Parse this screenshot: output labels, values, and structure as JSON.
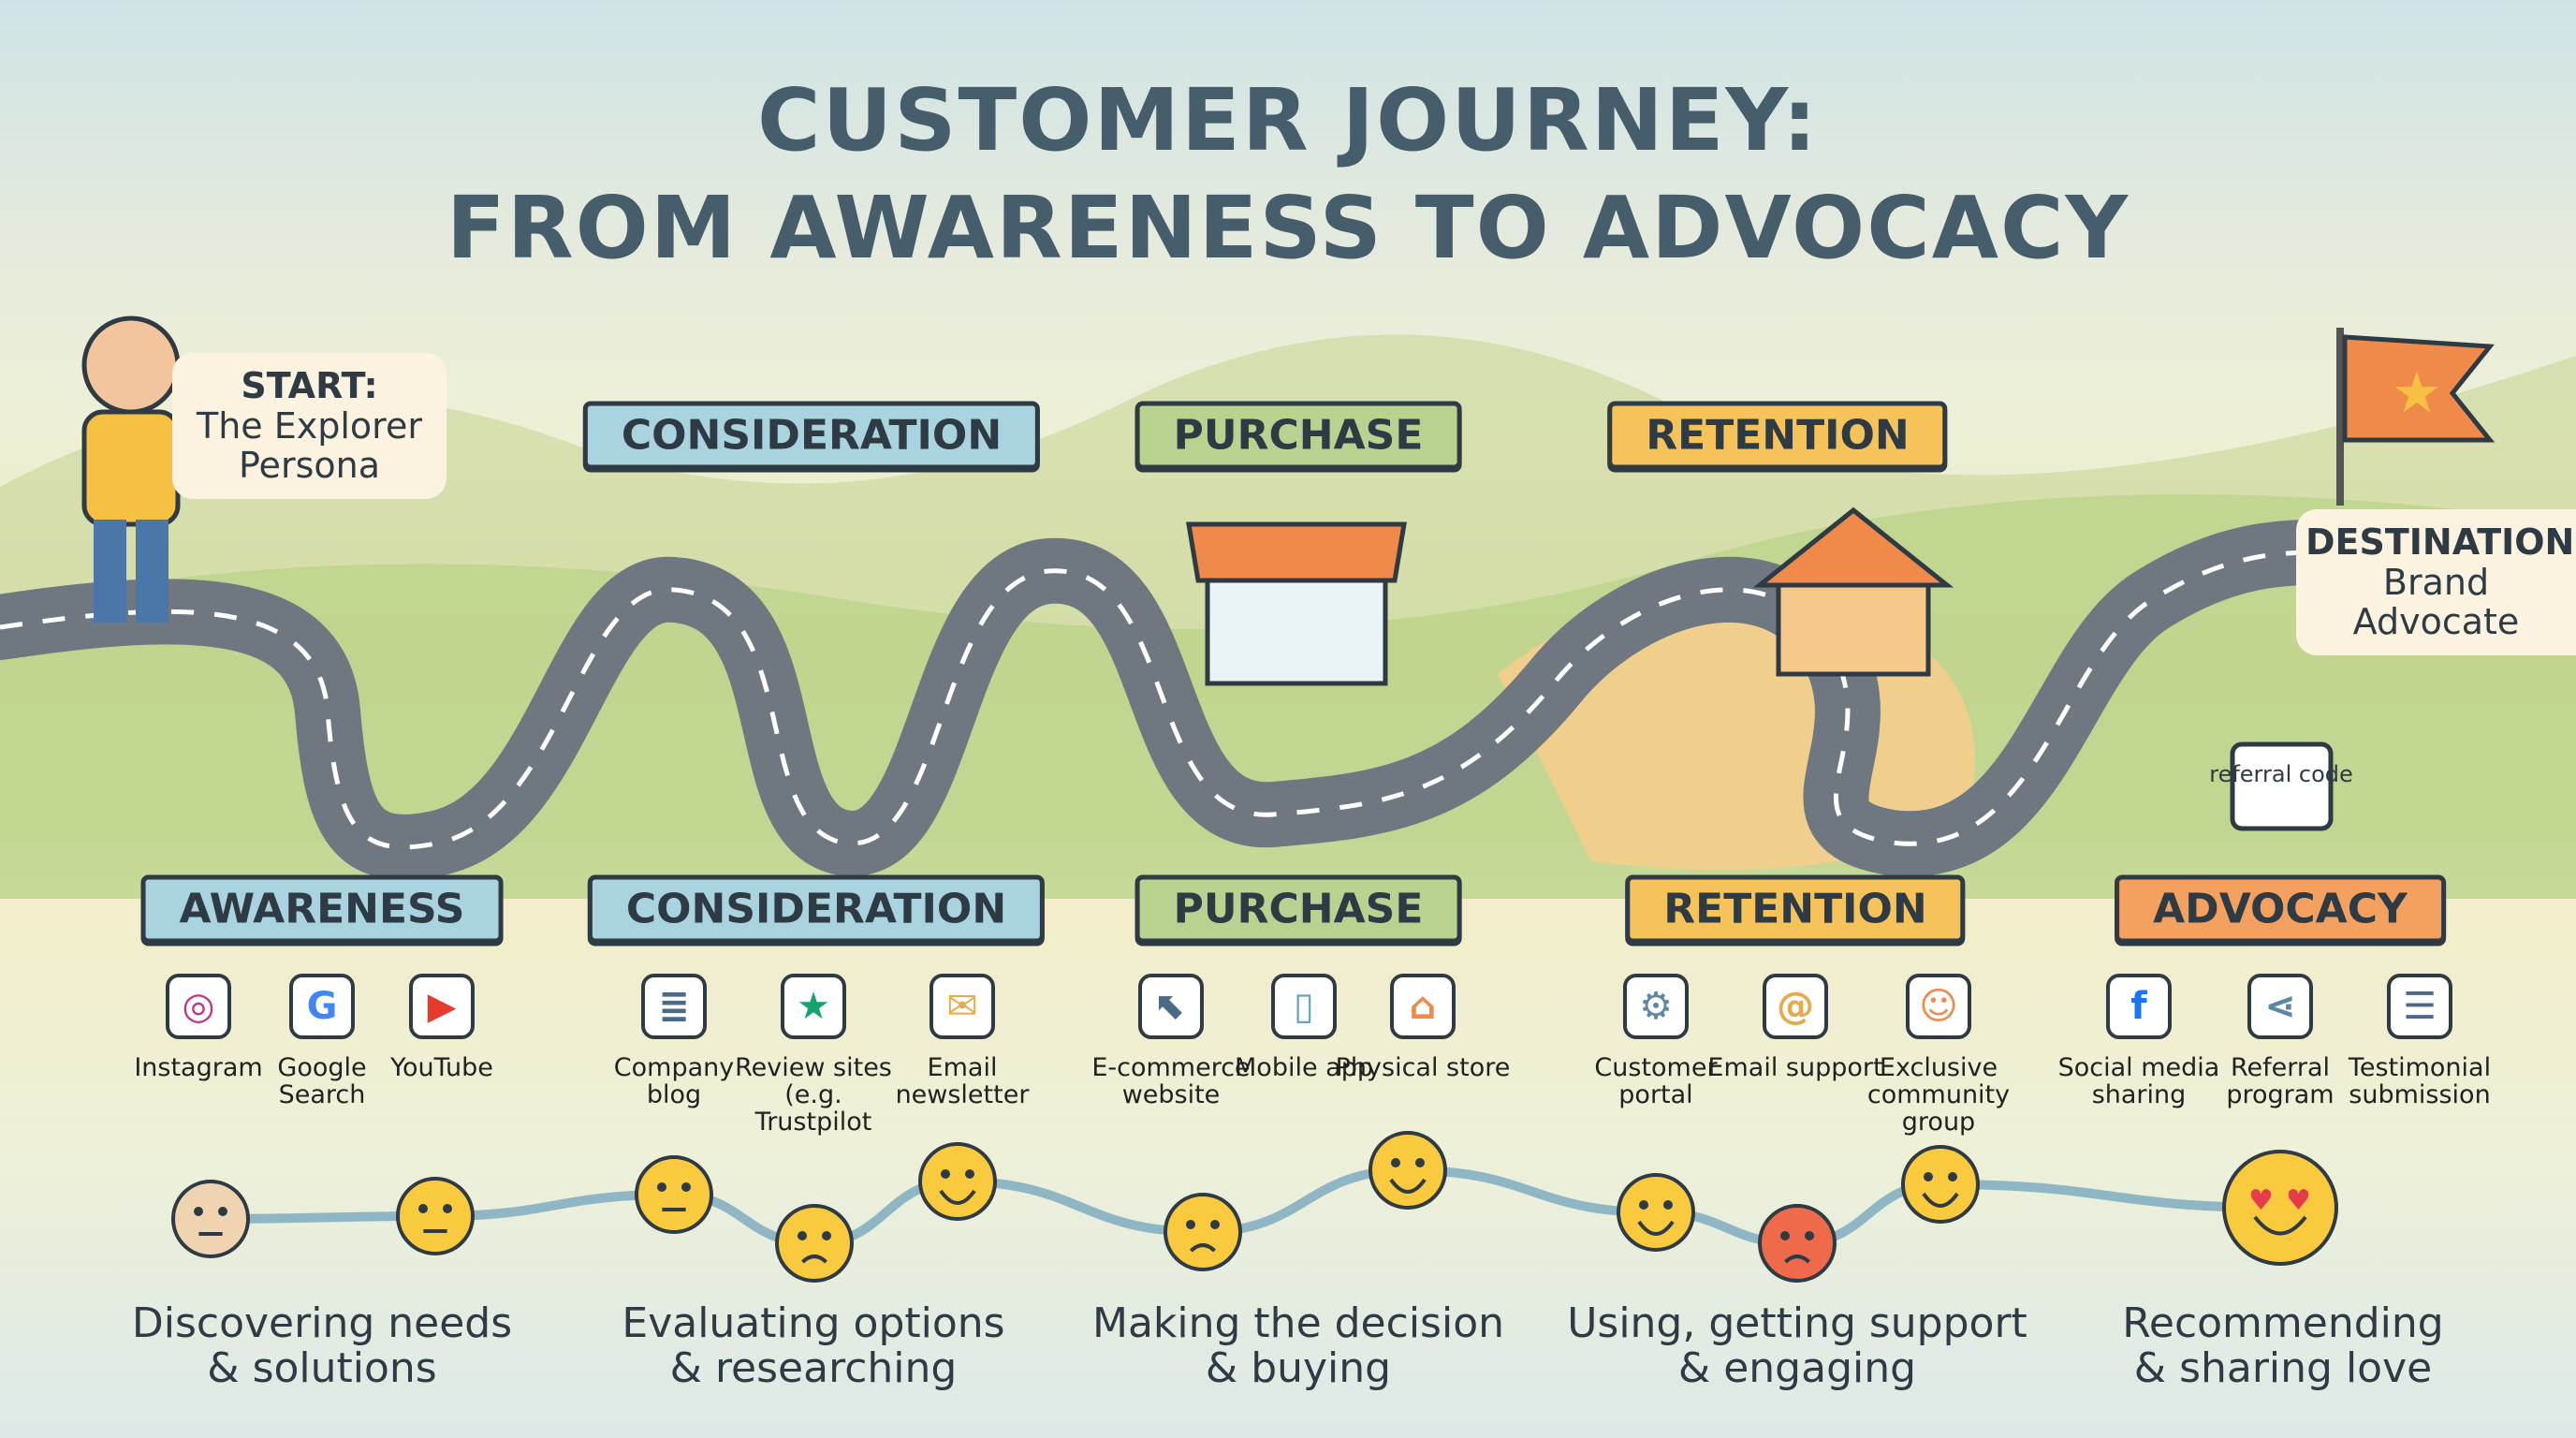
{
  "title": {
    "line1": "CUSTOMER JOURNEY:",
    "line2": "FROM AWARENESS TO ADVOCACY"
  },
  "start": {
    "label": "START:",
    "text1": "The Explorer",
    "text2": "Persona"
  },
  "destination": {
    "label": "DESTINATION:",
    "text1": "Brand",
    "text2": "Advocate"
  },
  "top_banners": [
    {
      "label": "CONSIDERATION",
      "color": "#a9d3de"
    },
    {
      "label": "PURCHASE",
      "color": "#b9d28f"
    },
    {
      "label": "RETENTION",
      "color": "#f6c35a"
    }
  ],
  "stages": [
    {
      "label": "AWARENESS",
      "color": "#a9d3de",
      "caption1": "Discovering needs",
      "caption2": "& solutions",
      "channels": [
        {
          "icon": "instagram-icon",
          "label": "Instagram"
        },
        {
          "icon": "google-icon",
          "label": "Google Search"
        },
        {
          "icon": "youtube-icon",
          "label": "YouTube"
        }
      ]
    },
    {
      "label": "CONSIDERATION",
      "color": "#a9d3de",
      "caption1": "Evaluating options",
      "caption2": "& researching",
      "channels": [
        {
          "icon": "blog-icon",
          "label": "Company blog"
        },
        {
          "icon": "star-icon",
          "label": "Review sites (e.g. Trustpilot"
        },
        {
          "icon": "envelope-icon",
          "label": "Email newsletter"
        }
      ]
    },
    {
      "label": "PURCHASE",
      "color": "#b9d28f",
      "caption1": "Making the decision",
      "caption2": "& buying",
      "channels": [
        {
          "icon": "browser-cursor-icon",
          "label": "E-commerce website"
        },
        {
          "icon": "mobile-phone-icon",
          "label": "Mobile app"
        },
        {
          "icon": "storefront-icon",
          "label": "Physical store"
        }
      ]
    },
    {
      "label": "RETENTION",
      "color": "#f6c35a",
      "caption1": "Using, getting support",
      "caption2": "& engaging",
      "channels": [
        {
          "icon": "gear-icon",
          "label": "Customer portal"
        },
        {
          "icon": "email-at-icon",
          "label": "Email support"
        },
        {
          "icon": "people-group-icon",
          "label": "Exclusive community group"
        }
      ]
    },
    {
      "label": "ADVOCACY",
      "color": "#f4a15f",
      "caption1": "Recommending",
      "caption2": "& sharing love",
      "channels": [
        {
          "icon": "facebook-icon",
          "label": "Social media sharing"
        },
        {
          "icon": "share-icon",
          "label": "Referral program"
        },
        {
          "icon": "speech-bubble-icon",
          "label": "Testimonial submission"
        }
      ]
    }
  ],
  "road_signs": {
    "referral": "referral code"
  },
  "emotions": [
    "neutral",
    "neutral",
    "thinking",
    "confused",
    "smile",
    "annoyed",
    "grin",
    "smile",
    "angry",
    "grin",
    "heart-eyes"
  ]
}
